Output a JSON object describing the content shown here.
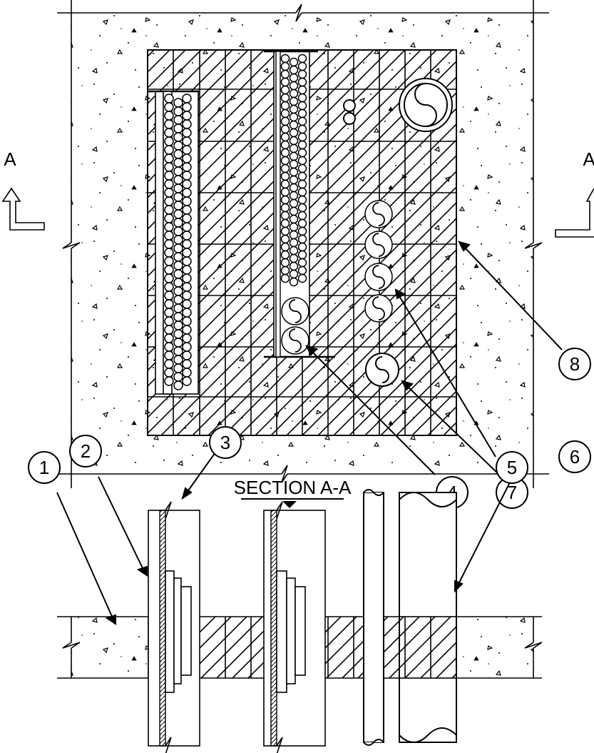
{
  "section_marker": {
    "letter_left": "A",
    "letter_right": "A"
  },
  "section_title": "SECTION A-A",
  "callouts": [
    {
      "id": "1",
      "label": "1"
    },
    {
      "id": "2",
      "label": "2"
    },
    {
      "id": "3",
      "label": "3"
    },
    {
      "id": "4",
      "label": "4"
    },
    {
      "id": "5",
      "label": "5"
    },
    {
      "id": "6",
      "label": "6"
    },
    {
      "id": "7",
      "label": "7"
    },
    {
      "id": "8",
      "label": "8"
    }
  ]
}
